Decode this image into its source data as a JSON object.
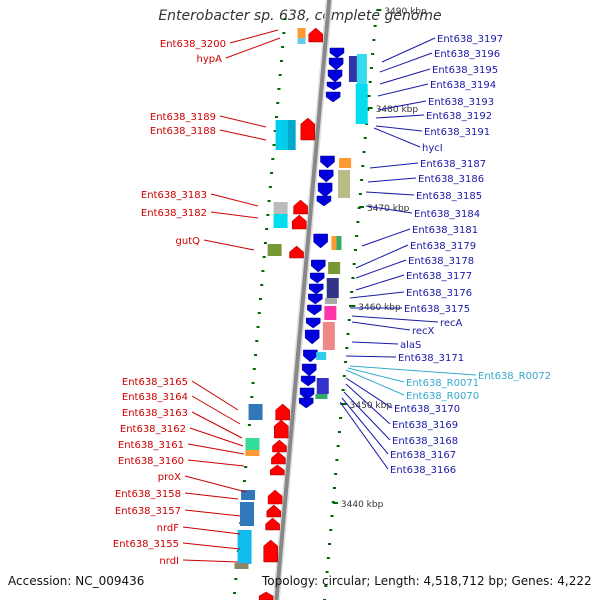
{
  "title": "Enterobacter sp. 638, complete genome",
  "accession": "Accession: NC_009436",
  "summary": "Topology: circular; Length: 4,518,712 bp; Genes: 4,222",
  "colors": {
    "left_label": "#cc0000",
    "right_label": "#1a1aa6",
    "rna_label": "#33aacc",
    "backbone": "#888888",
    "forward_gene": "#ff0000",
    "reverse_gene": "#0000dd",
    "tick": "#006600"
  },
  "kbp_marks": [
    {
      "label": "3490 kbp"
    },
    {
      "label": "3480 kbp"
    },
    {
      "label": "3470 kbp"
    },
    {
      "label": "3460 kbp"
    },
    {
      "label": "3450 kbp"
    },
    {
      "label": "3440 kbp"
    }
  ],
  "left_labels": [
    {
      "text": "Ent638_3200"
    },
    {
      "text": "hypA"
    },
    {
      "text": "Ent638_3189"
    },
    {
      "text": "Ent638_3188"
    },
    {
      "text": "Ent638_3183"
    },
    {
      "text": "Ent638_3182"
    },
    {
      "text": "gutQ"
    },
    {
      "text": "Ent638_3165"
    },
    {
      "text": "Ent638_3164"
    },
    {
      "text": "Ent638_3163"
    },
    {
      "text": "Ent638_3162"
    },
    {
      "text": "Ent638_3161"
    },
    {
      "text": "Ent638_3160"
    },
    {
      "text": "proX"
    },
    {
      "text": "Ent638_3158"
    },
    {
      "text": "Ent638_3157"
    },
    {
      "text": "nrdF"
    },
    {
      "text": "Ent638_3155"
    },
    {
      "text": "nrdI"
    }
  ],
  "right_labels": [
    {
      "text": "Ent638_3197",
      "type": "gene"
    },
    {
      "text": "Ent638_3196",
      "type": "gene"
    },
    {
      "text": "Ent638_3195",
      "type": "gene"
    },
    {
      "text": "Ent638_3194",
      "type": "gene"
    },
    {
      "text": "Ent638_3193",
      "type": "gene"
    },
    {
      "text": "Ent638_3192",
      "type": "gene"
    },
    {
      "text": "Ent638_3191",
      "type": "gene"
    },
    {
      "text": "hycI",
      "type": "gene"
    },
    {
      "text": "Ent638_3187",
      "type": "gene"
    },
    {
      "text": "Ent638_3186",
      "type": "gene"
    },
    {
      "text": "Ent638_3185",
      "type": "gene"
    },
    {
      "text": "Ent638_3184",
      "type": "gene"
    },
    {
      "text": "Ent638_3181",
      "type": "gene"
    },
    {
      "text": "Ent638_3179",
      "type": "gene"
    },
    {
      "text": "Ent638_3178",
      "type": "gene"
    },
    {
      "text": "Ent638_3177",
      "type": "gene"
    },
    {
      "text": "Ent638_3176",
      "type": "gene"
    },
    {
      "text": "Ent638_3175",
      "type": "gene"
    },
    {
      "text": "recA",
      "type": "gene"
    },
    {
      "text": "recX",
      "type": "gene"
    },
    {
      "text": "alaS",
      "type": "gene"
    },
    {
      "text": "Ent638_3171",
      "type": "gene"
    },
    {
      "text": "Ent638_R0072",
      "type": "rna"
    },
    {
      "text": "Ent638_R0071",
      "type": "rna"
    },
    {
      "text": "Ent638_R0070",
      "type": "rna"
    },
    {
      "text": "Ent638_3170",
      "type": "gene"
    },
    {
      "text": "Ent638_3169",
      "type": "gene"
    },
    {
      "text": "Ent638_3168",
      "type": "gene"
    },
    {
      "text": "Ent638_3167",
      "type": "gene"
    },
    {
      "text": "Ent638_3166",
      "type": "gene"
    }
  ]
}
